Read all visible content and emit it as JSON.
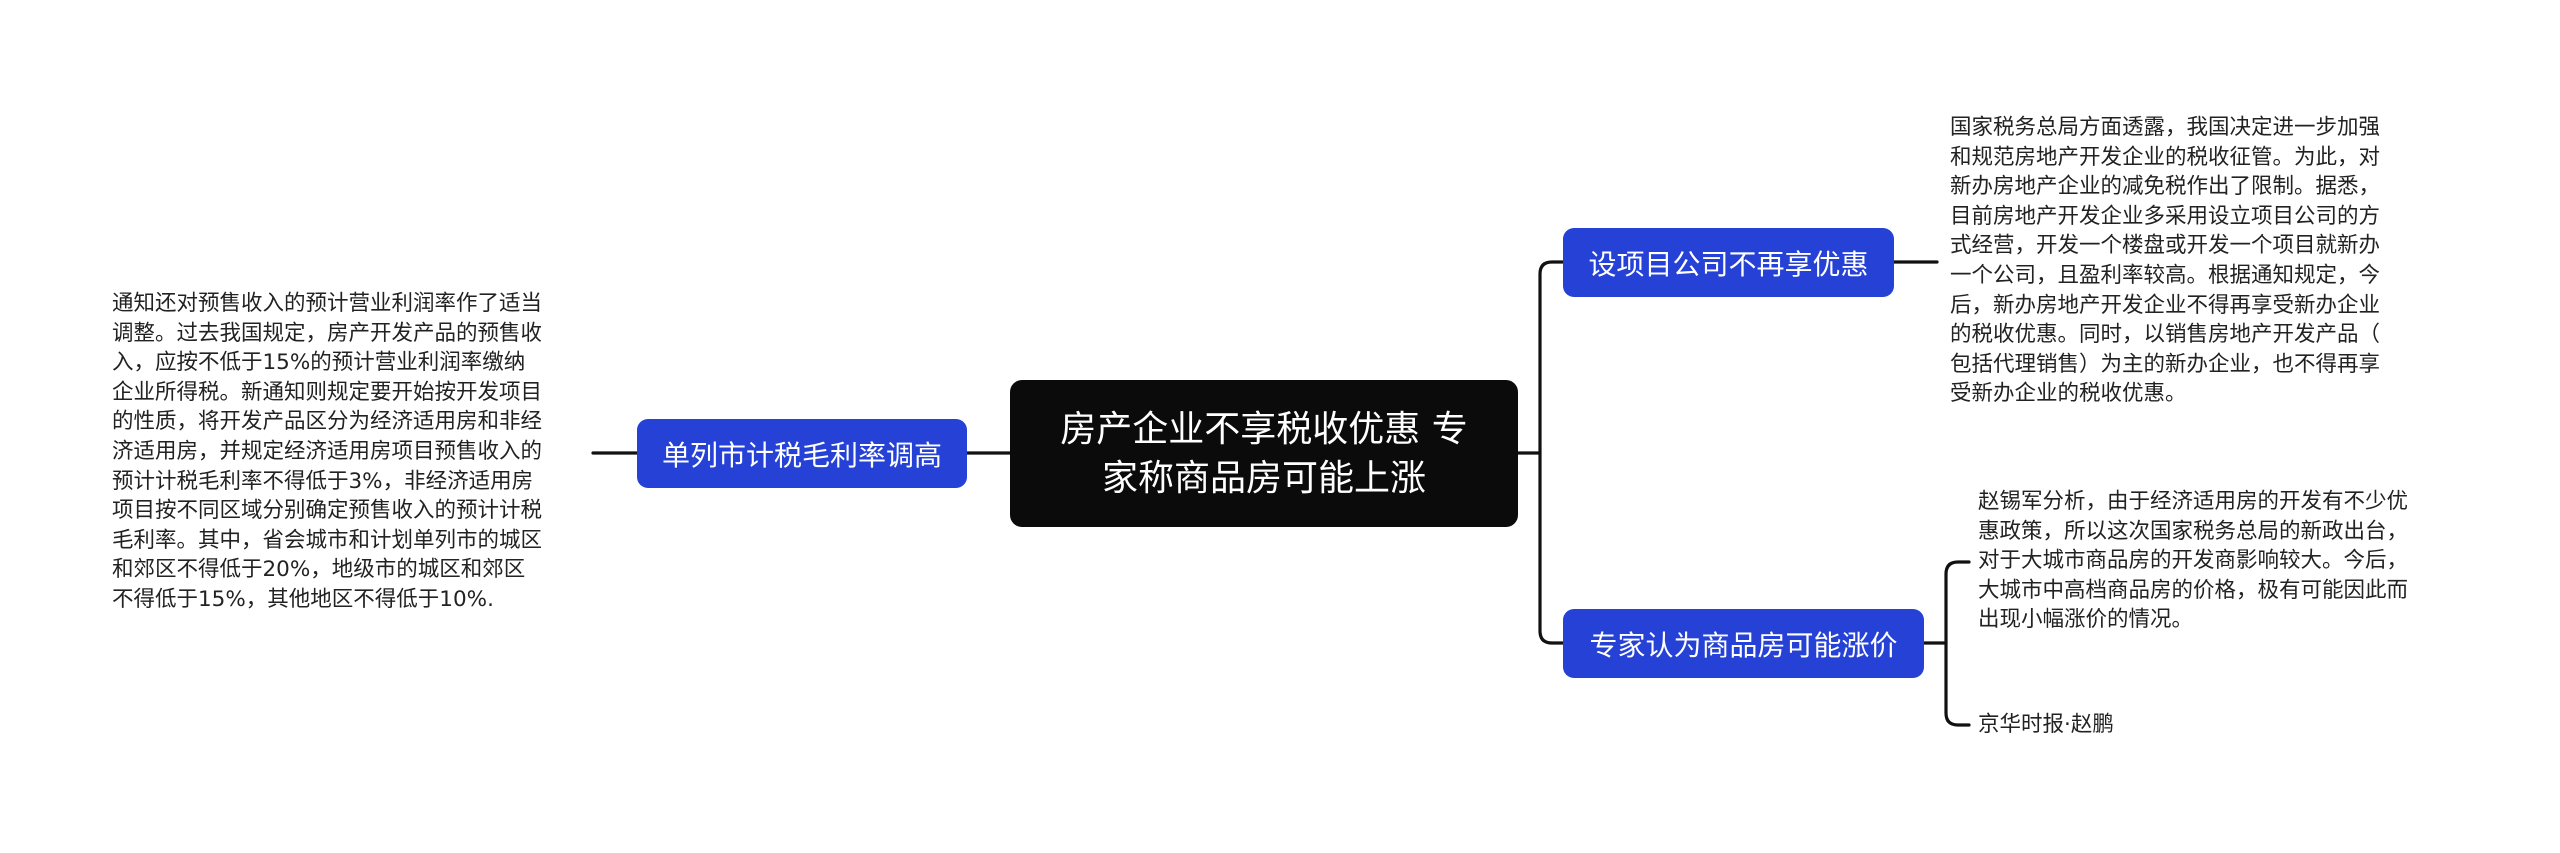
{
  "mindmap": {
    "root": {
      "title": "房产企业不享税收优惠 专家称商品房可能上涨",
      "title_line1": "房产企业不享税收优惠 专",
      "title_line2": "家称商品房可能上涨"
    },
    "left_branch": {
      "label": "单列市计税毛利率调高",
      "detail": "通知还对预售收入的预计营业利润率作了适当调整。过去我国规定，房产开发产品的预售收入，应按不低于15%的预计营业利润率缴纳企业所得税。新通知则规定要开始按开发项目的性质，将开发产品区分为经济适用房和非经济适用房，并规定经济适用房项目预售收入的预计计税毛利率不得低于3%，非经济适用房项目按不同区域分别确定预售收入的预计计税毛利率。其中，省会城市和计划单列市的城区和郊区不得低于20%，地级市的城区和郊区不得低于15%，其他地区不得低于10%.",
      "detail_lines": [
        "通知还对预售收入的预计营业利润率作了适当",
        "调整。过去我国规定，房产开发产品的预售收",
        "入，应按不低于15%的预计营业利润率缴纳",
        "企业所得税。新通知则规定要开始按开发项目",
        "的性质，将开发产品区分为经济适用房和非经",
        "济适用房，并规定经济适用房项目预售收入的",
        "预计计税毛利率不得低于3%，非经济适用房",
        "项目按不同区域分别确定预售收入的预计计税",
        "毛利率。其中，省会城市和计划单列市的城区",
        "和郊区不得低于20%，地级市的城区和郊区",
        "不得低于15%，其他地区不得低于10%."
      ]
    },
    "right_branches": [
      {
        "label": "设项目公司不再享优惠",
        "detail_lines": [
          "国家税务总局方面透露，我国决定进一步加强",
          "和规范房地产开发企业的税收征管。为此，对",
          "新办房地产企业的减免税作出了限制。据悉，",
          "目前房地产开发企业多采用设立项目公司的方",
          "式经营，开发一个楼盘或开发一个项目就新办",
          "一个公司，且盈利率较高。根据通知规定，今",
          "后，新办房地产开发企业不得再享受新办企业",
          "的税收优惠。同时，以销售房地产开发产品（",
          "包括代理销售）为主的新办企业，也不得再享",
          "受新办企业的税收优惠。"
        ]
      },
      {
        "label": "专家认为商品房可能涨价",
        "detail_lines": [
          "赵锡军分析，由于经济适用房的开发有不少优",
          "惠政策，所以这次国家税务总局的新政出台，",
          "对于大城市商品房的开发商影响较大。今后，",
          "大城市中高档商品房的价格，极有可能因此而",
          "出现小幅涨价的情况。"
        ],
        "source": "京华时报·赵鹏"
      }
    ]
  },
  "colors": {
    "root_fill": "#0b0b0b",
    "branch_fill": "#2541d6",
    "line": "#111111",
    "leaf_text": "#222222",
    "background": "#ffffff"
  }
}
